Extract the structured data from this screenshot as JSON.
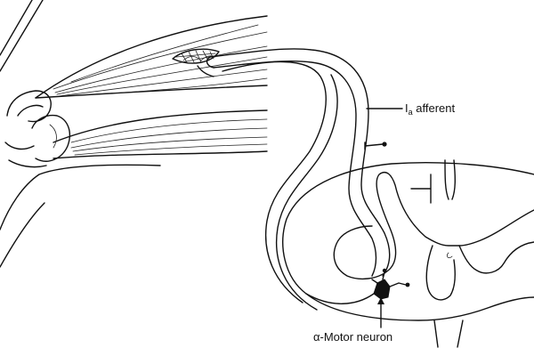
{
  "diagram": {
    "labels": {
      "afferent_main": "I",
      "afferent_sub": "a",
      "afferent_suffix": " afferent",
      "motor_neuron": "α-Motor neuron"
    }
  }
}
